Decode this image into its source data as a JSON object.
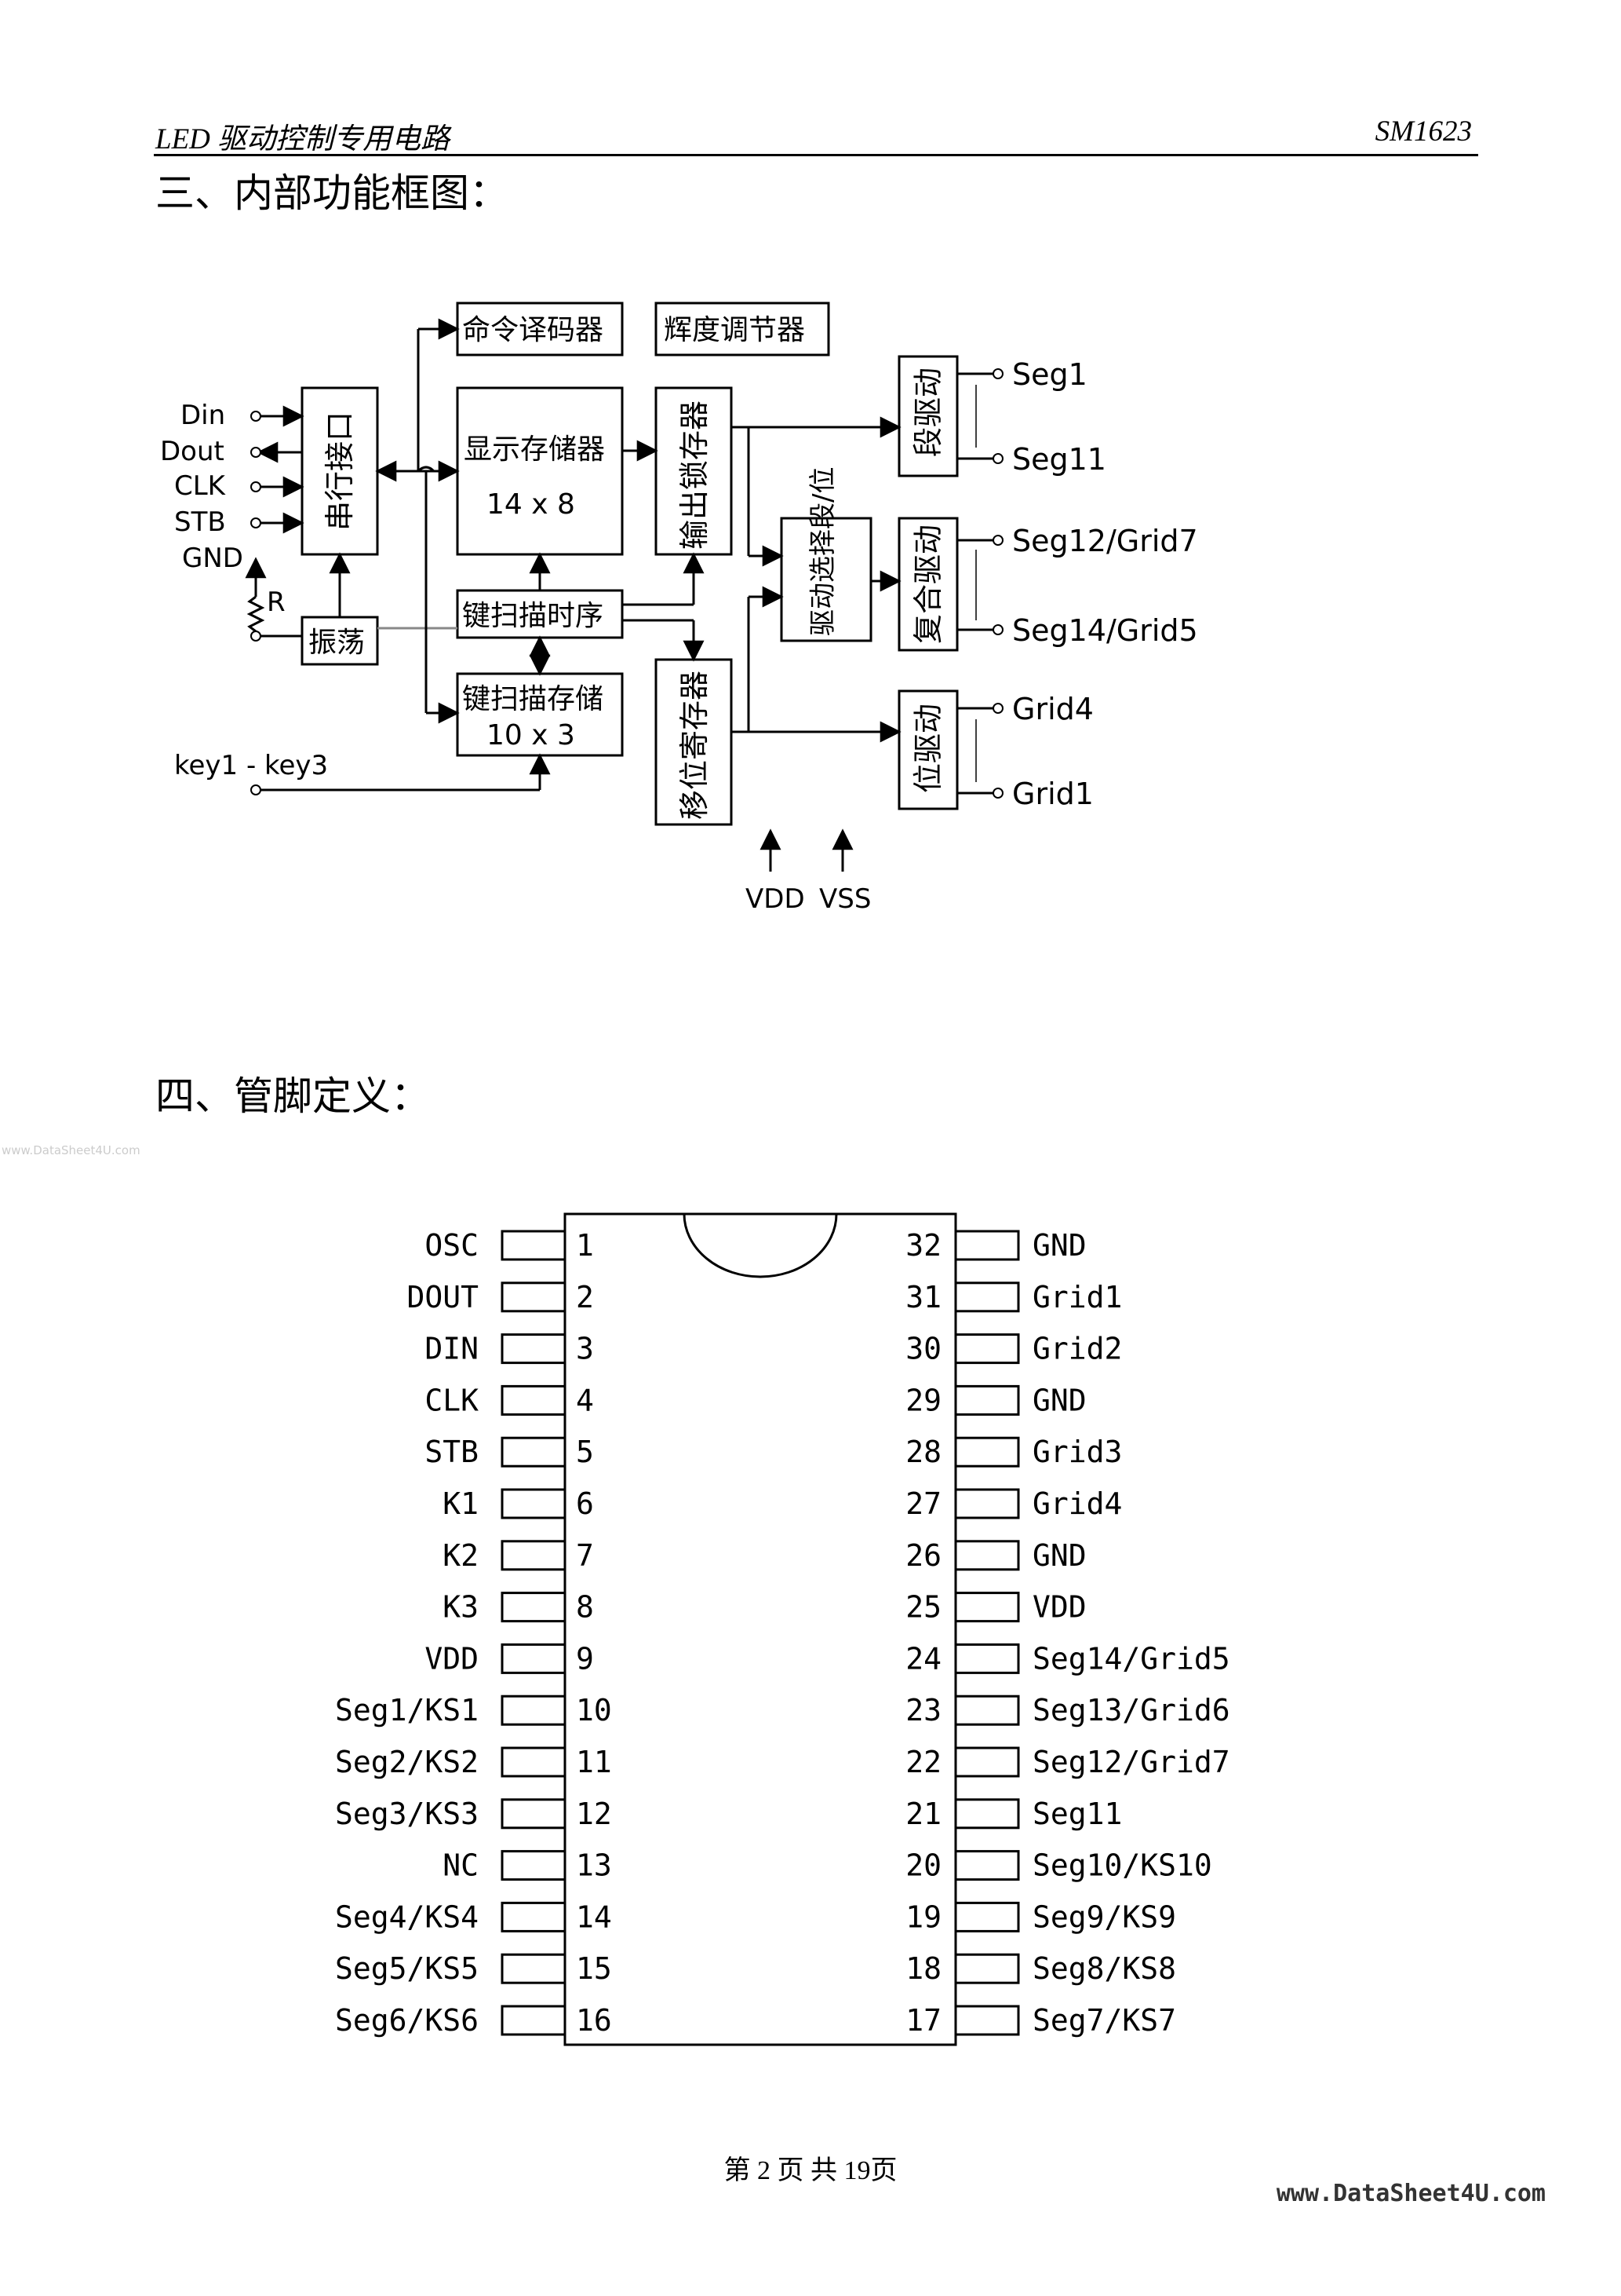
{
  "header": {
    "left": "LED 驱动控制专用电路",
    "right": "SM1623"
  },
  "section3_title": "三、内部功能框图：",
  "section4_title": "四、管脚定义：",
  "block_diagram": {
    "inputs": [
      "Din",
      "Dout",
      "CLK",
      "STB",
      "GND"
    ],
    "resistor_label": "R",
    "blocks": {
      "cmd_decoder": "命令译码器",
      "brightness": "辉度调节器",
      "serial_if": "串行接口",
      "display_mem": "显示存储器",
      "display_mem_size": "14 x 8",
      "output_latch": "输出锁存器",
      "key_timing": "键扫描时序",
      "key_mem": "键扫描存储",
      "key_mem_size": "10 x 3",
      "oscillator": "振荡",
      "shift_reg": "移位寄存器",
      "drive_select": "驱动选择段/位",
      "seg_drive": "段驱动",
      "mux_drive": "复合驱动",
      "grid_drive": "位驱动"
    },
    "key_input": "key1 - key3",
    "power": [
      "VDD",
      "VSS"
    ],
    "outputs": [
      "Seg1",
      "Seg11",
      "Seg12/Grid7",
      "Seg14/Grid5",
      "Grid4",
      "Grid1"
    ]
  },
  "pinout": {
    "left": [
      {
        "num": "1",
        "name": "OSC"
      },
      {
        "num": "2",
        "name": "DOUT"
      },
      {
        "num": "3",
        "name": "DIN"
      },
      {
        "num": "4",
        "name": "CLK"
      },
      {
        "num": "5",
        "name": "STB"
      },
      {
        "num": "6",
        "name": "K1"
      },
      {
        "num": "7",
        "name": "K2"
      },
      {
        "num": "8",
        "name": "K3"
      },
      {
        "num": "9",
        "name": "VDD"
      },
      {
        "num": "10",
        "name": "Seg1/KS1"
      },
      {
        "num": "11",
        "name": "Seg2/KS2"
      },
      {
        "num": "12",
        "name": "Seg3/KS3"
      },
      {
        "num": "13",
        "name": "NC"
      },
      {
        "num": "14",
        "name": "Seg4/KS4"
      },
      {
        "num": "15",
        "name": "Seg5/KS5"
      },
      {
        "num": "16",
        "name": "Seg6/KS6"
      }
    ],
    "right": [
      {
        "num": "32",
        "name": "GND"
      },
      {
        "num": "31",
        "name": "Grid1"
      },
      {
        "num": "30",
        "name": "Grid2"
      },
      {
        "num": "29",
        "name": "GND"
      },
      {
        "num": "28",
        "name": "Grid3"
      },
      {
        "num": "27",
        "name": "Grid4"
      },
      {
        "num": "26",
        "name": "GND"
      },
      {
        "num": "25",
        "name": "VDD"
      },
      {
        "num": "24",
        "name": "Seg14/Grid5"
      },
      {
        "num": "23",
        "name": "Seg13/Grid6"
      },
      {
        "num": "22",
        "name": "Seg12/Grid7"
      },
      {
        "num": "21",
        "name": "Seg11"
      },
      {
        "num": "20",
        "name": "Seg10/KS10"
      },
      {
        "num": "19",
        "name": "Seg9/KS9"
      },
      {
        "num": "18",
        "name": "Seg8/KS8"
      },
      {
        "num": "17",
        "name": "Seg7/KS7"
      }
    ]
  },
  "footer": "第 2 页 共 19页",
  "watermark_left": "www.DataSheet4U.com",
  "watermark_right": "www.DataSheet4U.com"
}
